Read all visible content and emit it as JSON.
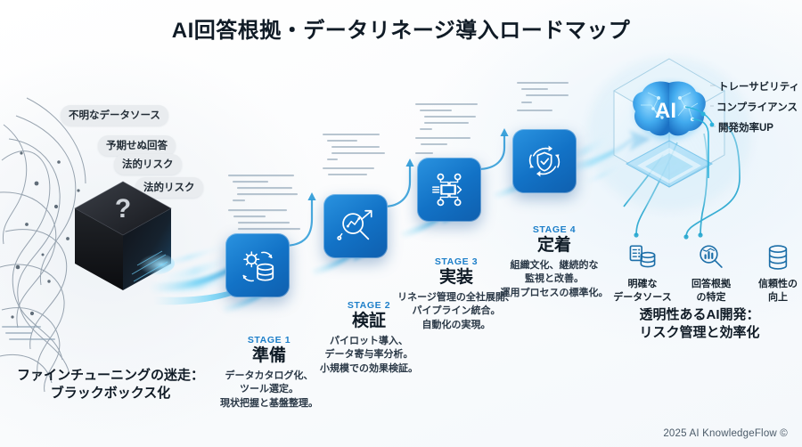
{
  "title": "AI回答根拠・データリネージ導入ロードマップ",
  "left": {
    "risk_pills": [
      "不明なデータソース",
      "予期せぬ回答",
      "法的リスク",
      "法的リスク"
    ],
    "cube_glyph": "?",
    "caption_line1": "ファインチューニングの迷走：",
    "caption_line2": "ブラックボックス化"
  },
  "stages": [
    {
      "number": "STAGE 1",
      "title": "準備",
      "desc_lines": [
        "データカタログ化、",
        "ツール選定。",
        "現状把握と基盤整理。"
      ],
      "icon": "gear-database-cycle-icon"
    },
    {
      "number": "STAGE 2",
      "title": "検証",
      "desc_lines": [
        "パイロット導入、",
        "データ寄与率分析。",
        "小規模での効果検証。"
      ],
      "icon": "magnifier-chart-growth-icon"
    },
    {
      "number": "STAGE 3",
      "title": "実装",
      "desc_lines": [
        "リネージ管理の全社展開、",
        "パイプライン統合。",
        "自動化の実現。"
      ],
      "icon": "pipeline-nodes-icon"
    },
    {
      "number": "STAGE 4",
      "title": "定着",
      "desc_lines": [
        "組織文化、継続的な",
        "監視と改善。",
        "運用プロセスの標準化。"
      ],
      "icon": "shield-check-cycle-icon"
    }
  ],
  "right": {
    "cube_label": "AI",
    "benefit_labels": [
      "トレーサビリティ",
      "コンプライアンス",
      "開発効率UP"
    ],
    "outcomes": [
      {
        "icon": "database-stack-icon",
        "line1": "明確な",
        "line2": "データソース"
      },
      {
        "icon": "chart-magnifier-icon",
        "line1": "回答根拠",
        "line2": "の特定"
      },
      {
        "icon": "database-layers-icon",
        "line1": "信頼性の",
        "line2": "向上"
      }
    ],
    "caption_line1": "透明性あるAI開発：",
    "caption_line2": "リスク管理と効率化"
  },
  "footer": "2025 AI KnowledgeFlow ©",
  "colors": {
    "accent": "#1d7fc9",
    "card_blue": "#1272c6",
    "arrow_cyan": "#3fc6f0",
    "text_dark": "#101b26",
    "pill_bg": "#e9ecef",
    "background": "#fdfdfd"
  }
}
